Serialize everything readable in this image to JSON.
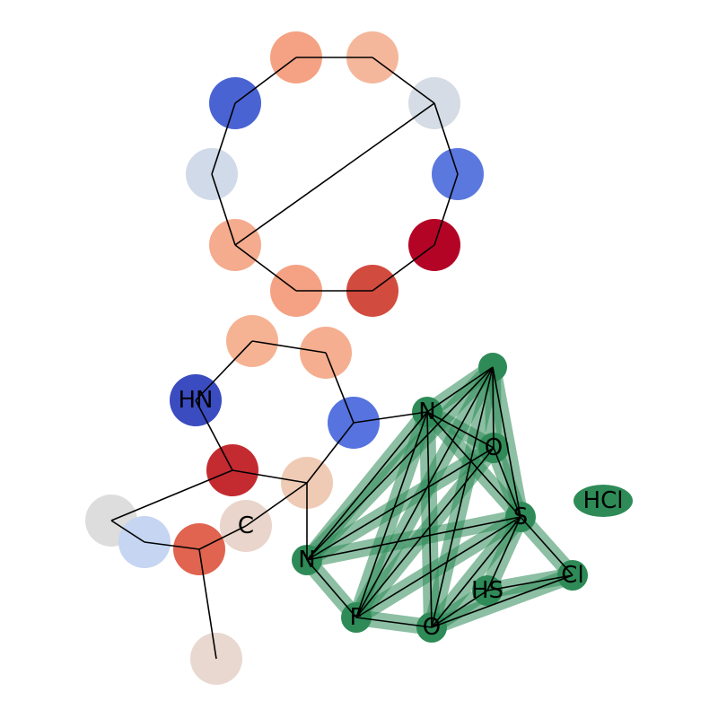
{
  "colors": {
    "background": "#ffffff",
    "edge": "#000000",
    "highlight": "#2e8b57"
  },
  "molecule": {
    "atom_labels": [
      "HN",
      "C",
      "N",
      "N",
      "O",
      "S",
      "HS",
      "Cl",
      "F",
      "O",
      "HCl"
    ]
  }
}
